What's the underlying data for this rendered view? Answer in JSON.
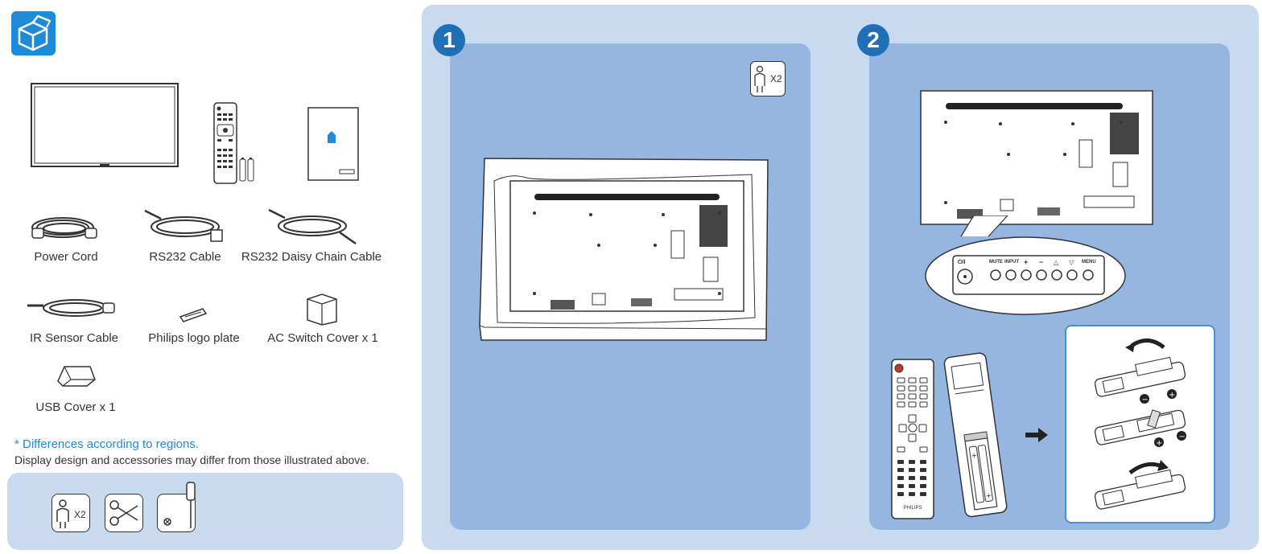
{
  "accessories": {
    "items": [
      {
        "name": "Power Cord"
      },
      {
        "name": "RS232 Cable"
      },
      {
        "name": "RS232 Daisy Chain Cable"
      },
      {
        "name": "IR Sensor Cable"
      },
      {
        "name": "Philips logo plate"
      },
      {
        "name": "AC Switch Cover x 1"
      },
      {
        "name": "USB Cover x 1"
      }
    ],
    "note_title": "* Differences according to regions.",
    "note_text": "Display design and accessories may differ from those illustrated above."
  },
  "tools": {
    "persons": "X2"
  },
  "steps": [
    {
      "number": "1",
      "persons": "X2"
    },
    {
      "number": "2"
    }
  ],
  "keypad": {
    "labels": [
      "⏻/I",
      "MUTE",
      "INPUT",
      "+",
      "−",
      "△",
      "▽",
      "MENU"
    ]
  },
  "remote": {
    "brand": "PHILIPS"
  },
  "colors": {
    "accent": "#1f6fb6",
    "panel": "#c8daf0",
    "step": "#94b6e0",
    "note": "#1f8ad6"
  }
}
